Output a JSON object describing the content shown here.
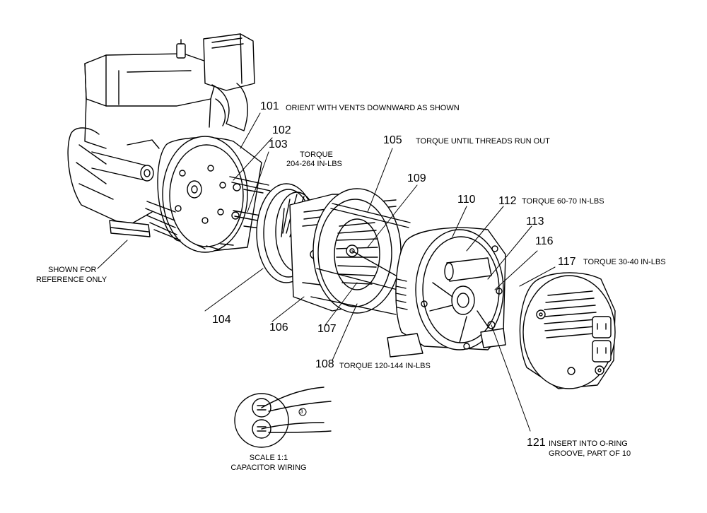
{
  "callouts": {
    "p101": {
      "num": "101",
      "note": "ORIENT WITH VENTS DOWNWARD AS SHOWN"
    },
    "p102": {
      "num": "102"
    },
    "p103": {
      "num": "103",
      "note_line1": "TORQUE",
      "note_line2": "204-264 IN-LBS"
    },
    "p104": {
      "num": "104"
    },
    "p105": {
      "num": "105",
      "note": "TORQUE UNTIL THREADS RUN OUT"
    },
    "p106": {
      "num": "106"
    },
    "p107": {
      "num": "107"
    },
    "p108": {
      "num": "108",
      "note": "TORQUE 120-144 IN-LBS"
    },
    "p109": {
      "num": "109"
    },
    "p110": {
      "num": "110"
    },
    "p112": {
      "num": "112",
      "note": "TORQUE 60-70 IN-LBS"
    },
    "p113": {
      "num": "113"
    },
    "p116": {
      "num": "116"
    },
    "p117": {
      "num": "117",
      "note": "TORQUE 30-40 IN-LBS"
    },
    "p121": {
      "num": "121",
      "note_line1": "INSERT INTO O-RING",
      "note_line2": "GROOVE, PART OF 10"
    }
  },
  "reference": {
    "line1": "SHOWN FOR",
    "line2": "REFERENCE ONLY"
  },
  "capacitor": {
    "line1": "SCALE 1:1",
    "line2": "CAPACITOR WIRING",
    "marker": "3"
  }
}
